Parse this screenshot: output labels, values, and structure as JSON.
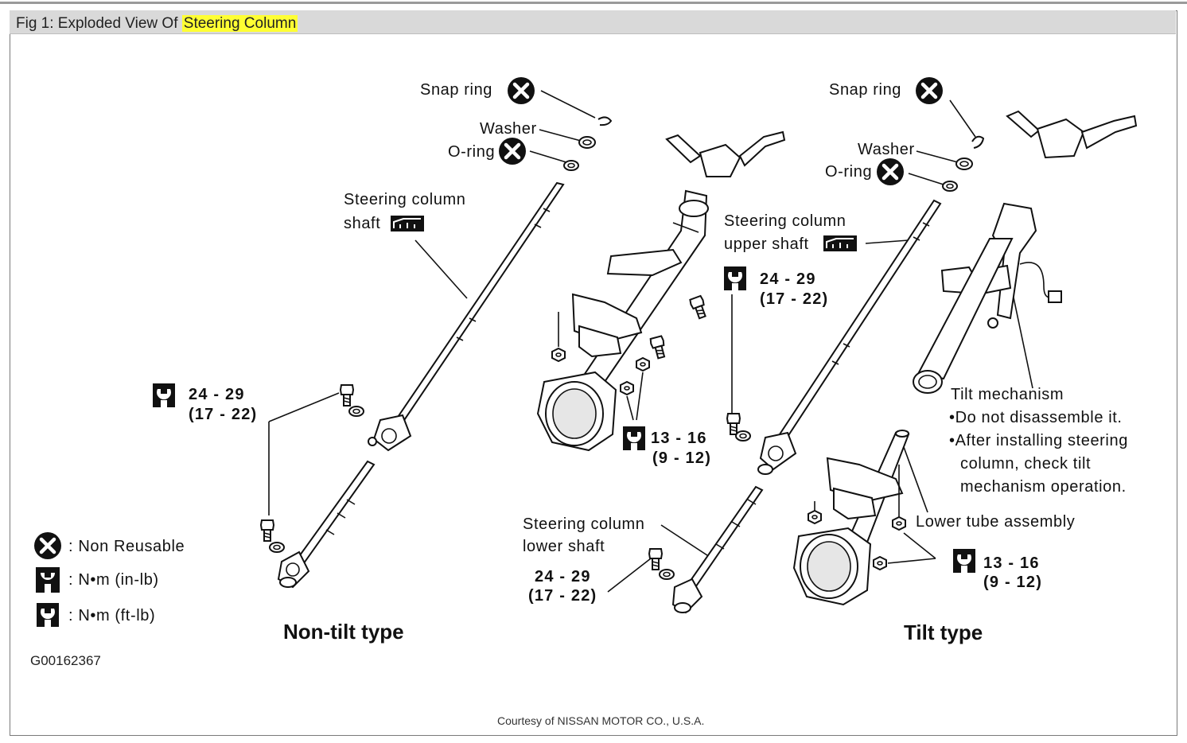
{
  "header": {
    "title_prefix": "Fig 1: Exploded View Of ",
    "title_highlight": "Steering Column"
  },
  "diagram": {
    "left": {
      "snap_ring": "Snap  ring",
      "washer": "Washer",
      "o_ring": "O-ring",
      "shaft_label_1": "Steering  column",
      "shaft_label_2": "shaft",
      "torque_a_1": "24  -  29",
      "torque_a_2": "(17  -  22)",
      "torque_b_1": "13 - 16",
      "torque_b_2": "(9 - 12)",
      "lower_shaft_1": "Steering  column",
      "lower_shaft_2": "lower  shaft",
      "torque_c_1": "24  -  29",
      "torque_c_2": "(17  -  22)",
      "type_label": "Non-tilt type"
    },
    "right": {
      "snap_ring": "Snap  ring",
      "washer": "Washer",
      "o_ring": "O-ring",
      "upper_shaft_1": "Steering  column",
      "upper_shaft_2": "upper  shaft",
      "torque_a_1": "24  -  29",
      "torque_a_2": "(17  -  22)",
      "tilt_mech": "Tilt  mechanism",
      "note_1": "•Do  not  disassemble  it.",
      "note_2a": "•After  installing  steering",
      "note_2b": "column,  check  tilt",
      "note_2c": "mechanism  operation.",
      "lower_tube": "Lower  tube  assembly",
      "torque_b_1": "13 - 16",
      "torque_b_2": "(9 - 12)",
      "type_label": "Tilt type"
    },
    "legend": {
      "non_reusable": ":  Non Reusable",
      "nm_inlb": ":  N•m  (in-lb)",
      "nm_ftlb": ":  N•m  (ft-lb)"
    },
    "figure_id": "G00162367",
    "courtesy": "Courtesy of NISSAN MOTOR CO., U.S.A."
  },
  "icons": {
    "non_reusable": "x-circle-icon",
    "torque_in_lb": "torque-wrench-in-lb-icon",
    "torque_ft_lb": "torque-wrench-ft-lb-icon",
    "tighten": "tighten-icon"
  }
}
